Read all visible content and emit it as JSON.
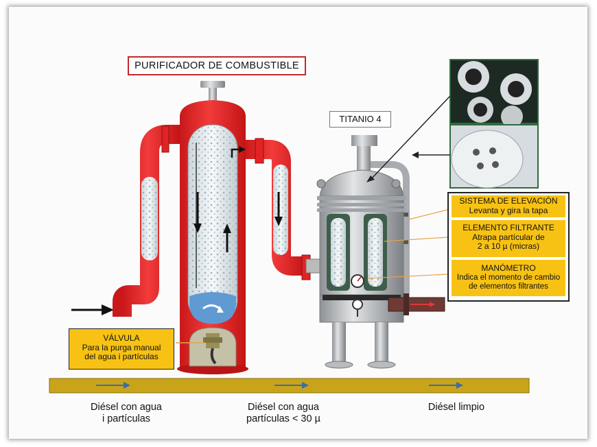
{
  "title": "PURIFICADOR DE COMBUSTIBLE",
  "titanio": "TITANIO 4",
  "valvula": {
    "heading": "VÁLVULA",
    "line1": "Para la purga manual",
    "line2": "del agua i partículas"
  },
  "info_panel": {
    "elevacion": {
      "heading": "SISTEMA DE ELEVACIÓN",
      "line1": "Levanta y gira la tapa"
    },
    "filtrante": {
      "heading": "ELEMENTO FILTRANTE",
      "line1": "Atrapa partícular de",
      "line2": "2 a 10 µ (micras)"
    },
    "manometro": {
      "heading": "MANÓMETRO",
      "line1": "Indica el momento de cambio",
      "line2": "de elementos filtrantes"
    }
  },
  "stages": {
    "stage1": {
      "line1": "Diésel con agua",
      "line2": "i partículas"
    },
    "stage2": {
      "line1": "Diésel con agua",
      "line2": "partículas < 30 µ"
    },
    "stage3": {
      "line1": "Diésel limpio"
    }
  },
  "colors": {
    "vessel_red": "#ec2526",
    "flow_bar": "#c9a41b",
    "callout_yellow": "#f7c214",
    "title_border": "#c0282a"
  }
}
